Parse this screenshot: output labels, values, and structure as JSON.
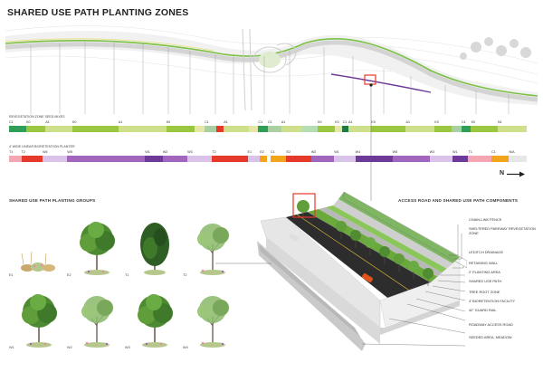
{
  "title": "SHARED USE PATH PLANTING ZONES",
  "north_label": "N",
  "revegetation": {
    "label": "REVEGETATION ZONE SEED MIXES",
    "segments": [
      {
        "code": "C1",
        "color": "#2f9e57",
        "w": 18
      },
      {
        "code": "K0",
        "color": "#9ac73f",
        "w": 20
      },
      {
        "code": "A1",
        "color": "#cfe08a",
        "w": 28
      },
      {
        "code": "K0",
        "color": "#9ac73f",
        "w": 48
      },
      {
        "code": "A1",
        "color": "#cfe08a",
        "w": 50
      },
      {
        "code": "K0",
        "color": "#9ac73f",
        "w": 30
      },
      {
        "code": "",
        "color": "#e6e6a6",
        "w": 10
      },
      {
        "code": "C1",
        "color": "#a9d0a1",
        "w": 12
      },
      {
        "code": "",
        "color": "#e53a2a",
        "w": 8
      },
      {
        "code": "A1",
        "color": "#cfe08a",
        "w": 26
      },
      {
        "code": "",
        "color": "#e6e6a6",
        "w": 10
      },
      {
        "code": "C1",
        "color": "#2f9e57",
        "w": 10
      },
      {
        "code": "C1",
        "color": "#a9d0a1",
        "w": 14
      },
      {
        "code": "A1",
        "color": "#cfe08a",
        "w": 22
      },
      {
        "code": "",
        "color": "#b4ddb4",
        "w": 16
      },
      {
        "code": "K0",
        "color": "#9ac73f",
        "w": 18
      },
      {
        "code": "K0",
        "color": "#e6e6a6",
        "w": 8
      },
      {
        "code": "C1",
        "color": "#1e7a43",
        "w": 6
      },
      {
        "code": "A1",
        "color": "#cfe08a",
        "w": 24
      },
      {
        "code": "K0",
        "color": "#9ac73f",
        "w": 36
      },
      {
        "code": "A1",
        "color": "#cfe08a",
        "w": 30
      },
      {
        "code": "K0",
        "color": "#9ac73f",
        "w": 18
      },
      {
        "code": "",
        "color": "#a9d0a1",
        "w": 10
      },
      {
        "code": "C1",
        "color": "#2f9e57",
        "w": 10
      },
      {
        "code": "K0",
        "color": "#9ac73f",
        "w": 28
      },
      {
        "code": "B1",
        "color": "#cfe08a",
        "w": 30
      }
    ]
  },
  "bioretention": {
    "label": "4' WIDE LINEAR BIORETENTION PLANTER",
    "segments": [
      {
        "code": "T1",
        "color": "#f4a6b3",
        "w": 14
      },
      {
        "code": "T2",
        "color": "#e53a2a",
        "w": 24
      },
      {
        "code": "W4",
        "color": "#d9c3e8",
        "w": 28
      },
      {
        "code": "W5",
        "color": "#a366bf",
        "w": 88
      },
      {
        "code": "W1",
        "color": "#6e3a99",
        "w": 20
      },
      {
        "code": "W2",
        "color": "#a366bf",
        "w": 28
      },
      {
        "code": "W3",
        "color": "#d9c3e8",
        "w": 28
      },
      {
        "code": "T2",
        "color": "#e53a2a",
        "w": 40
      },
      {
        "code": "E1",
        "color": "#d9c3e8",
        "w": 14
      },
      {
        "code": "E2",
        "color": "#f2a51a",
        "w": 8
      },
      {
        "code": "",
        "color": "#ffffff",
        "w": 4
      },
      {
        "code": "C1",
        "color": "#f2a51a",
        "w": 18
      },
      {
        "code": "E2",
        "color": "#e53a2a",
        "w": 28
      },
      {
        "code": "W2",
        "color": "#a366bf",
        "w": 26
      },
      {
        "code": "W1",
        "color": "#d9c3e8",
        "w": 24
      },
      {
        "code": "W4",
        "color": "#6e3a99",
        "w": 42
      },
      {
        "code": "W5",
        "color": "#a366bf",
        "w": 42
      },
      {
        "code": "W3",
        "color": "#d9c3e8",
        "w": 26
      },
      {
        "code": "W1",
        "color": "#6e3a99",
        "w": 18
      },
      {
        "code": "T1",
        "color": "#f4a6b3",
        "w": 26
      },
      {
        "code": "C1",
        "color": "#f2a51a",
        "w": 20
      },
      {
        "code": "N/A",
        "color": "#e6e6e6",
        "w": 20
      }
    ]
  },
  "groups": {
    "title": "SHARED USE PATH PLANTING GROUPS",
    "row1": [
      {
        "code": "E1",
        "kind": "shrub"
      },
      {
        "code": "E2",
        "kind": "round"
      },
      {
        "code": "T1",
        "kind": "conifer"
      },
      {
        "code": "T2",
        "kind": "open"
      }
    ],
    "row2": [
      {
        "code": "W1",
        "kind": "round"
      },
      {
        "code": "W2",
        "kind": "open"
      },
      {
        "code": "W3",
        "kind": "round"
      },
      {
        "code": "W4",
        "kind": "open"
      }
    ]
  },
  "section": {
    "title": "ACCESS ROAD AND SHARED USE PATH COMPONENTS",
    "callouts": [
      "CHAIN-LINK FENCE",
      "SHELTERED PARKWAY REVEGETATION ZONE",
      "LEDITCH DRAINAGE",
      "RETAINING WALL",
      "2' PLANTING AREA",
      "SHARED USE PATH",
      "TREE ROOT ZONE",
      "4' BIORETENTION FACILITY",
      "42\" GUARD RAIL",
      "ROADWAY ACCESS ROAD",
      "SEEDED AREA, MEADOW"
    ]
  },
  "colors": {
    "accent_red": "#e53a2a",
    "road": "#2d2d2d",
    "path_green": "#7ac143",
    "purple": "#6e3a99"
  }
}
